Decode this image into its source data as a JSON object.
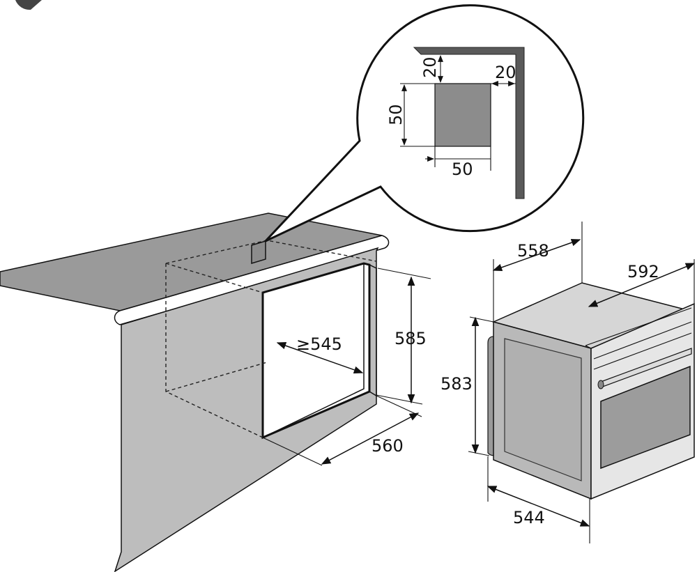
{
  "dimensions": {
    "detail_vertical_gap": "20",
    "detail_horizontal_gap": "20",
    "detail_height": "50",
    "detail_width": "50",
    "niche_depth": "≥545",
    "niche_height": "585",
    "niche_width": "560",
    "oven_depth": "558",
    "oven_width": "592",
    "oven_height": "583",
    "oven_body_depth": "544"
  },
  "colors": {
    "countertop": "#9a9a9a",
    "cabinet_side": "#bdbdbd",
    "cut_square": "#8c8c8c",
    "oven_top": "#d6d6d6",
    "oven_side": "#b9b9b9",
    "oven_front": "#e6e6e6",
    "oven_window": "#9c9c9c",
    "outline": "#111111"
  }
}
